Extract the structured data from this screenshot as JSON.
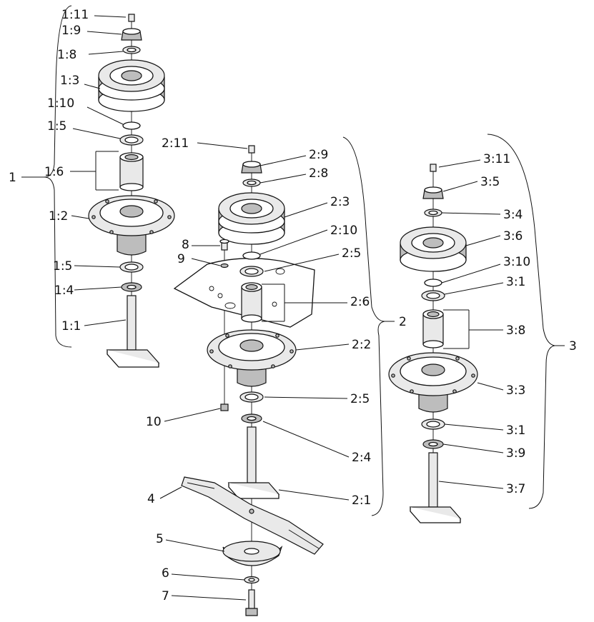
{
  "groups": [
    {
      "id": "group-1",
      "label": "1"
    },
    {
      "id": "group-2",
      "label": "2"
    },
    {
      "id": "group-3",
      "label": "3"
    }
  ],
  "callouts": {
    "c1_11": "1:11",
    "c1_9": "1:9",
    "c1_8": "1:8",
    "c1_3": "1:3",
    "c1_10": "1:10",
    "c1_5a": "1:5",
    "c1_6": "1:6",
    "c1_2": "1:2",
    "c1_5b": "1:5",
    "c1_4": "1:4",
    "c1_1": "1:1",
    "c2_11": "2:11",
    "c2_9": "2:9",
    "c2_8": "2:8",
    "c2_3": "2:3",
    "c2_10": "2:10",
    "c2_5a": "2:5",
    "c2_6": "2:6",
    "c2_2": "2:2",
    "c2_5b": "2:5",
    "c2_4": "2:4",
    "c2_1": "2:1",
    "c3_11": "3:11",
    "c3_5": "3:5",
    "c3_4": "3:4",
    "c3_6": "3:6",
    "c3_10": "3:10",
    "c3_1a": "3:1",
    "c3_8": "3:8",
    "c3_3": "3:3",
    "c3_1b": "3:1",
    "c3_9": "3:9",
    "c3_7": "3:7",
    "c4": "4",
    "c5": "5",
    "c6": "6",
    "c7": "7",
    "c8": "8",
    "c9": "9",
    "c10": "10"
  }
}
